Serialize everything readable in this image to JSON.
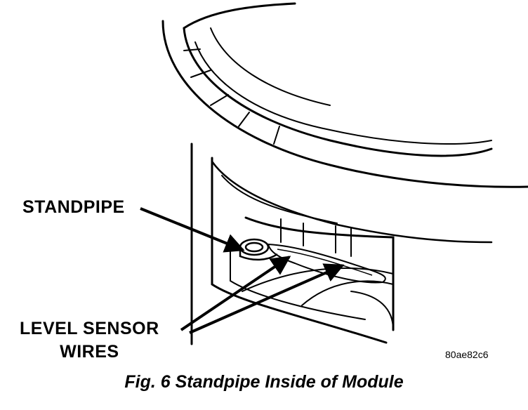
{
  "callouts": {
    "standpipe": "STANDPIPE",
    "wires_line1": "LEVEL SENSOR",
    "wires_line2": "WIRES"
  },
  "reference_code": "80ae82c6",
  "caption": "Fig. 6 Standpipe Inside of Module",
  "colors": {
    "ink": "#000000",
    "paper": "#ffffff"
  }
}
